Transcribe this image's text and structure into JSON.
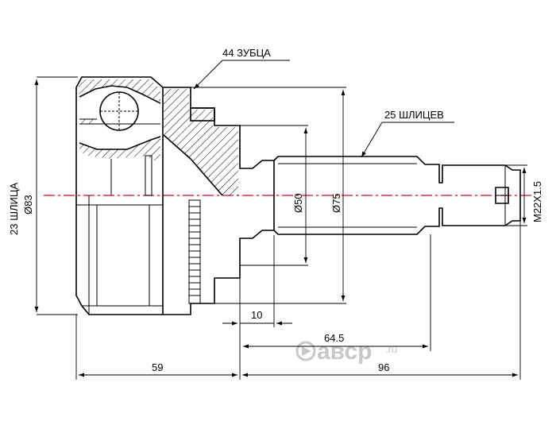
{
  "labels": {
    "teeth": "44 ЗУБЦА",
    "splines_shaft": "25 ШЛИЦЕВ",
    "splines_housing": "23 ШЛИЦА",
    "dia_outer": "Ø83",
    "dia_shaft": "Ø50",
    "dia_flange": "Ø75",
    "thread": "M22X1.5",
    "len_small": "10",
    "len_mid": "64.5",
    "len_left": "59",
    "len_right": "96"
  },
  "watermark": {
    "brand": "авсp",
    "suffix": ".ru"
  },
  "colors": {
    "centerline": "#e0001b",
    "watermark": "#c8c8c8",
    "line": "#000000"
  }
}
